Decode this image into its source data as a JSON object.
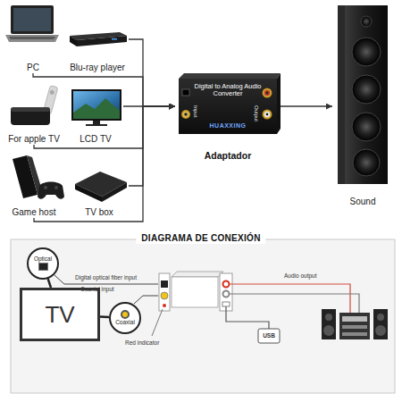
{
  "diagram": {
    "title": "DIAGRAMA DE CONEXIÓN",
    "nodes": [
      {
        "text": [
          "PC"
        ]
      },
      {
        "text": [
          "Blu-ray player"
        ]
      },
      {
        "text": [
          "For apple TV"
        ]
      },
      {
        "text": [
          "LCD TV"
        ]
      },
      {
        "text": [
          "Game host"
        ]
      },
      {
        "text": [
          "TV box"
        ]
      },
      {
        "text": [
          "Digital to Analog Audio Converter",
          "Input",
          "HUAXXING",
          "Output",
          "Adaptador"
        ]
      },
      {
        "text": [
          "Sound"
        ]
      },
      {
        "text": [
          "Optical"
        ]
      },
      {
        "text": [
          "TV"
        ]
      },
      {
        "text": [
          "Coaxial"
        ]
      }
    ],
    "edges": [
      {
        "from": 0,
        "to": 6,
        "arrow": "to"
      },
      {
        "from": 1,
        "to": 6,
        "arrow": "to"
      },
      {
        "from": 2,
        "to": 6,
        "arrow": "to"
      },
      {
        "from": 3,
        "to": 6,
        "arrow": "to"
      },
      {
        "from": 4,
        "to": 6,
        "arrow": "to"
      },
      {
        "from": 5,
        "to": 6,
        "arrow": "to"
      },
      {
        "from": 6,
        "to": 7,
        "arrow": "to"
      },
      {
        "from": 9,
        "to": 8,
        "arrow": "none"
      },
      {
        "from": 9,
        "to": 10,
        "arrow": "none"
      }
    ],
    "labels": [
      "Digital optical fiber input",
      "Coaxial input",
      "Red indicator",
      "Audio output",
      "USB"
    ]
  }
}
